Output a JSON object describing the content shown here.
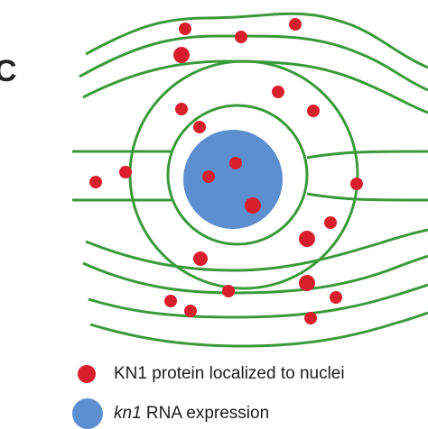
{
  "panel_label": "C",
  "legend": {
    "protein_label": "KN1 protein localized to nuclei",
    "rna_gene": "kn1",
    "rna_label": " RNA expression"
  },
  "colors": {
    "cell_wall": "#3a9a3a",
    "protein_dot": "#d91f2c",
    "rna_expression": "#5b8fd0"
  }
}
